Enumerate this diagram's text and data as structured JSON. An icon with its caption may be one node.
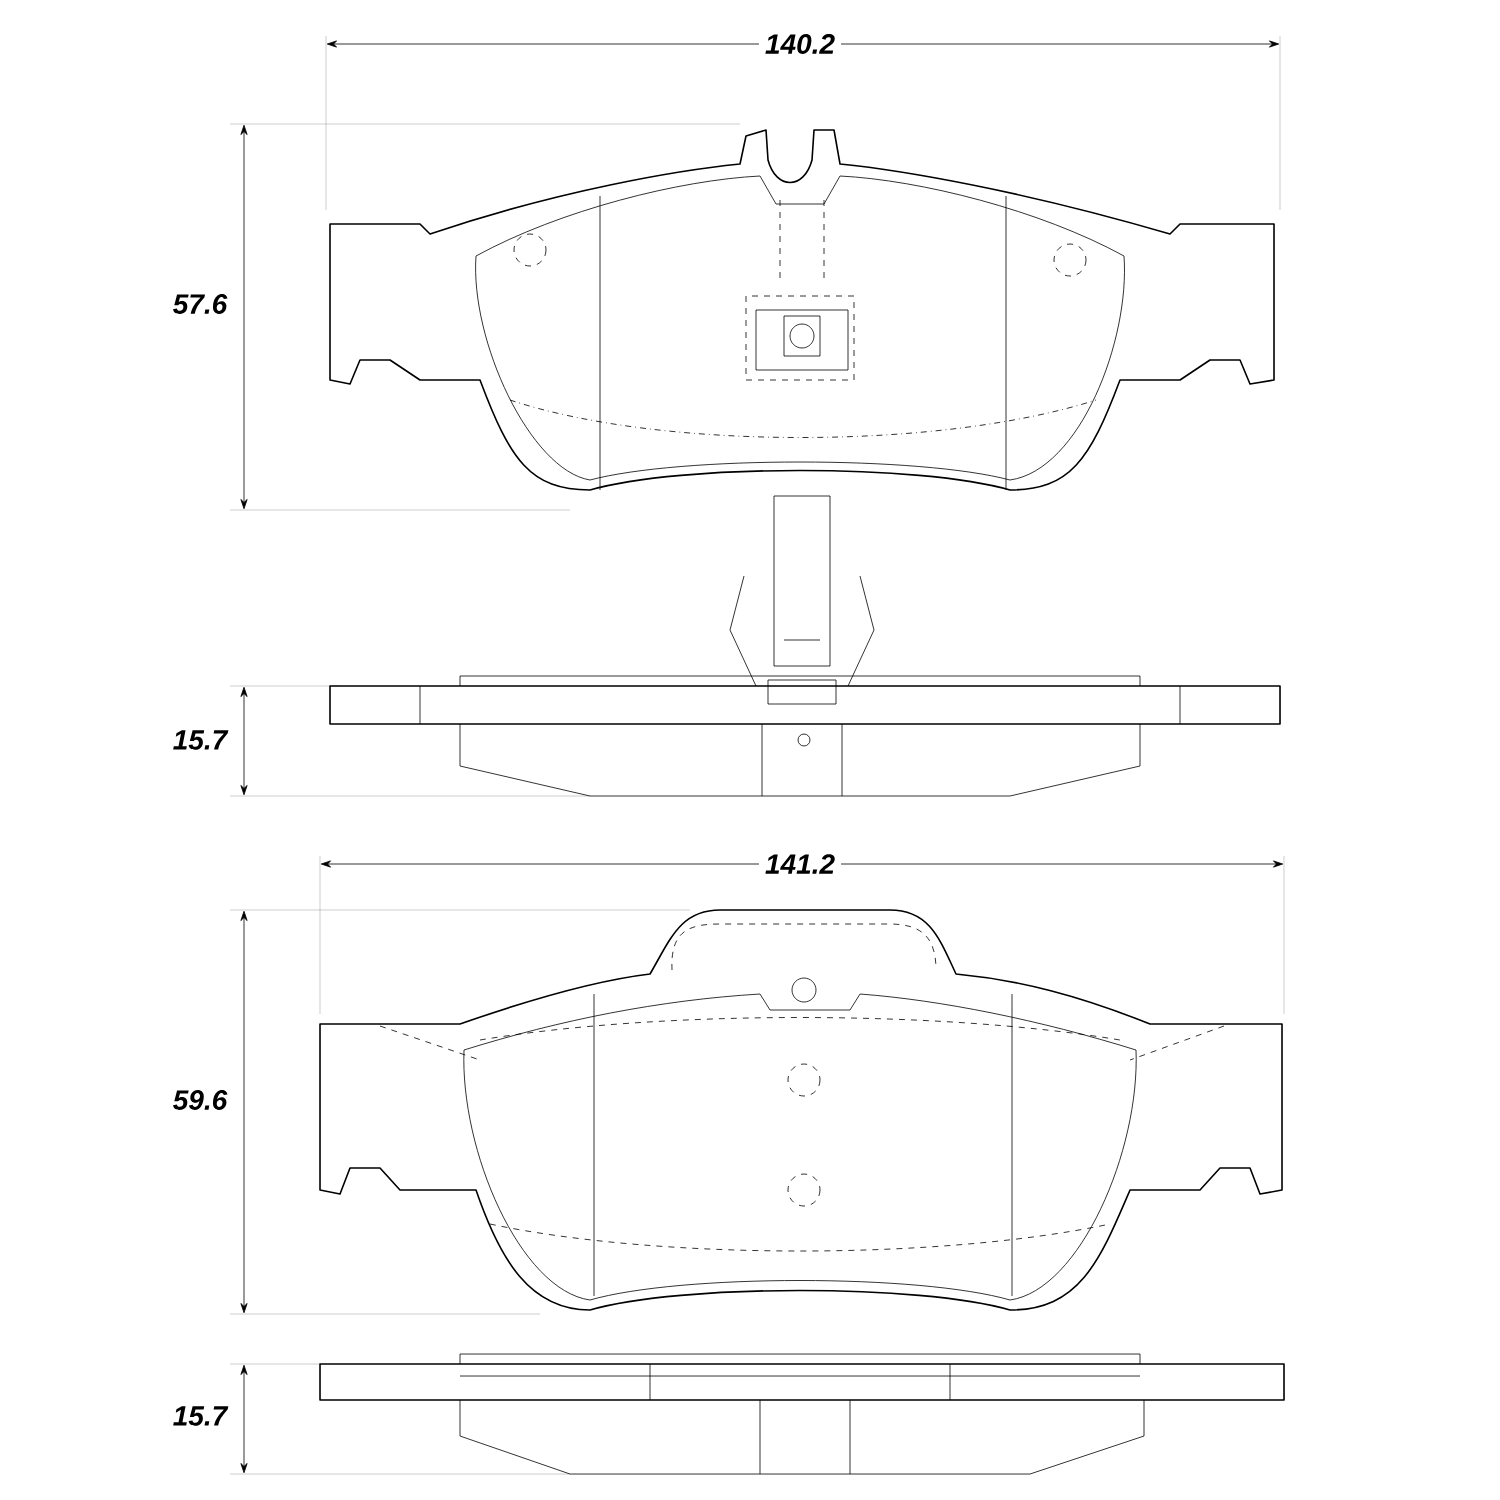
{
  "diagram": {
    "labels": [
      "140.2",
      "57.6",
      "15.7",
      "141.2",
      "59.6",
      "15.7"
    ]
  }
}
